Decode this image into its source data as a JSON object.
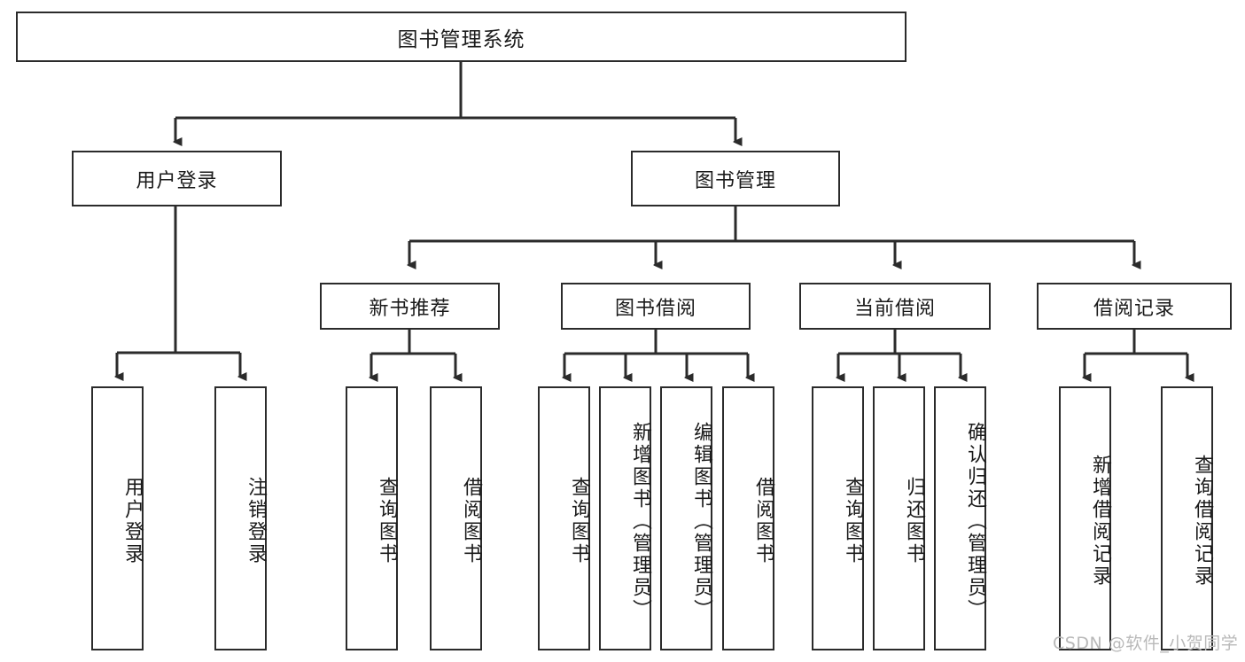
{
  "diagram": {
    "type": "tree-hierarchy-chart",
    "title": "图书管理系统",
    "levels": {
      "root": {
        "label": "图书管理系统"
      },
      "level2": [
        {
          "label": "用户登录"
        },
        {
          "label": "图书管理"
        }
      ],
      "level3": [
        {
          "label": "新书推荐"
        },
        {
          "label": "图书借阅"
        },
        {
          "label": "当前借阅"
        },
        {
          "label": "借阅记录"
        }
      ],
      "leaves": {
        "user_login_children": [
          {
            "label": "用户登录"
          },
          {
            "label": "注销登录"
          }
        ],
        "new_book_recommend_children": [
          {
            "label": "查询图书"
          },
          {
            "label": "借阅图书"
          }
        ],
        "book_borrow_children": [
          {
            "label": "查询图书"
          },
          {
            "label": "新增图书（管理员）"
          },
          {
            "label": "编辑图书（管理员）"
          },
          {
            "label": "借阅图书"
          }
        ],
        "current_borrow_children": [
          {
            "label": "查询图书"
          },
          {
            "label": "归还图书"
          },
          {
            "label": "确认归还（管理员）"
          }
        ],
        "borrow_record_children": [
          {
            "label": "新增借阅记录"
          },
          {
            "label": "查询借阅记录"
          }
        ]
      }
    },
    "watermark": "CSDN @软件_小贺同学",
    "colors": {
      "box_border": "#2b2b2b",
      "box_fill": "#ffffff",
      "connector": "#2b2b2b",
      "text": "#1a1a1a",
      "watermark": "#b9b9b9",
      "background": "#ffffff"
    }
  }
}
